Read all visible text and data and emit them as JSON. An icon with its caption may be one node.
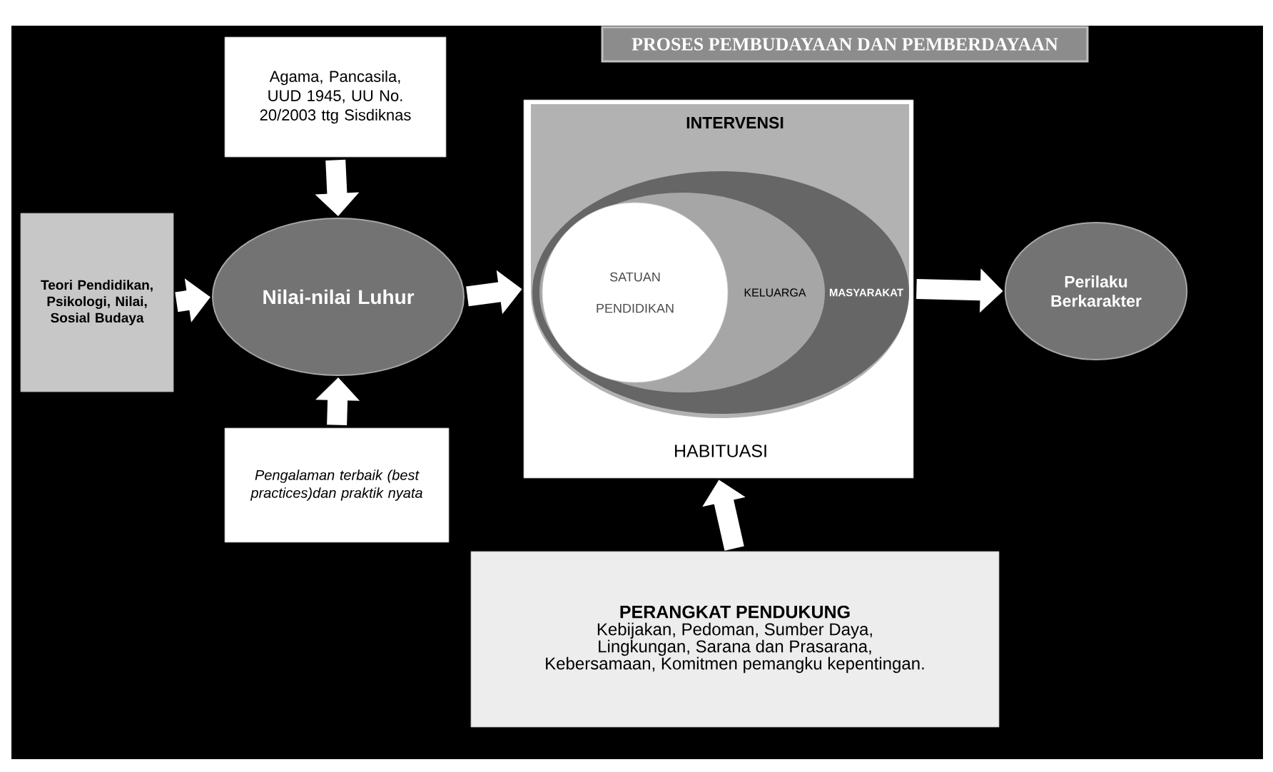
{
  "diagram": {
    "title": "PROSES PEMBUDAYAAN DAN PEMBERDAYAAN",
    "nodes": [
      {
        "text": [
          "Teori Pendidikan, Psikologi, Nilai, Sosial Budaya"
        ]
      },
      {
        "text": [
          "Agama, Pancasila, UUD 1945, UU No. 20/2003 ttg Sisdiknas"
        ]
      },
      {
        "text": [
          "Nilai-nilai Luhur"
        ]
      },
      {
        "text": [
          "Pengalaman terbaik (best practices)dan praktik nyata"
        ]
      },
      {
        "text": [
          "HABITUASI"
        ]
      },
      {
        "text": [
          "INTERVENSI"
        ],
        "in": 4
      },
      {
        "text": [
          "MASYARAKAT"
        ],
        "in": 5
      },
      {
        "text": [
          "KELUARGA"
        ],
        "in": 6
      },
      {
        "text": [
          "SATUAN PENDIDIKAN"
        ],
        "in": 7
      },
      {
        "text": [
          "PERANGKAT PENDUKUNG",
          "Kebijakan, Pedoman, Sumber Daya, Lingkungan, Sarana dan Prasarana, Kebersamaan, Komitmen pemangku kepentingan."
        ]
      },
      {
        "text": [
          "Perilaku Berkarakter"
        ]
      }
    ],
    "edges": [
      {
        "from": 0,
        "to": 2,
        "arrow": "to"
      },
      {
        "from": 1,
        "to": 2,
        "arrow": "to"
      },
      {
        "from": 3,
        "to": 2,
        "arrow": "to"
      },
      {
        "from": 2,
        "to": 4,
        "arrow": "to"
      },
      {
        "from": 9,
        "to": 4,
        "arrow": "to"
      },
      {
        "from": 4,
        "to": 10,
        "arrow": "to"
      }
    ]
  }
}
